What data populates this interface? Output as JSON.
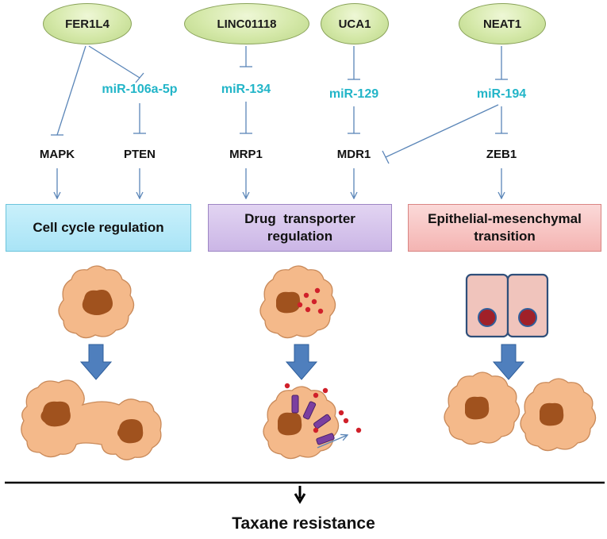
{
  "lncrnas": [
    "FER1L4",
    "LINC01118",
    "UCA1",
    "NEAT1"
  ],
  "mirnas": [
    "miR-106a-5p",
    "miR-134",
    "miR-129",
    "miR-194"
  ],
  "genes": [
    "MAPK",
    "PTEN",
    "MRP1",
    "MDR1",
    "ZEB1"
  ],
  "processes": {
    "cell_cycle": "Cell cycle regulation",
    "drug_line1": "Drug  transporter",
    "drug_line2": "regulation",
    "emt_line1": "Epithelial-mesenchymal",
    "emt_line2": "transition"
  },
  "result": "Taxane resistance",
  "colors": {
    "lncrna_fill": "#d4e8a8",
    "mirna_text": "#22b5c8",
    "inhibit_line": "#5b86b8",
    "cell_fill": "#f4b98a",
    "nucleus": "#a0521e",
    "down_arrow": "#4f7fbd",
    "cell_cycle_box": "#a9e4f6",
    "drug_box": "#cbb6e6",
    "emt_box": "#f4b4b2",
    "drug_dot": "#d0202a",
    "transporter": "#7b3fa0"
  }
}
